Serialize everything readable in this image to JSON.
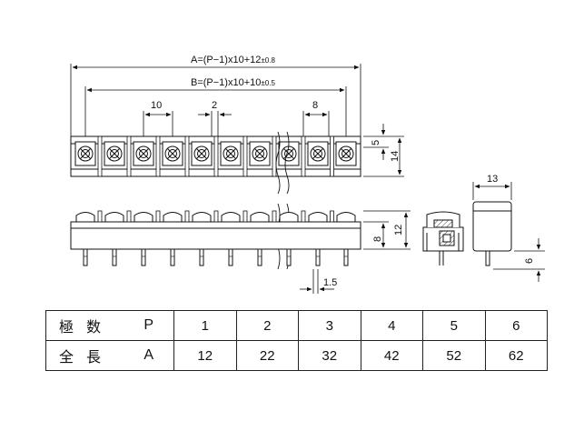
{
  "dimensions": {
    "dim_a": "A=(P−1)x10+12",
    "tol_a": "±0.8",
    "dim_b": "B=(P−1)x10+10",
    "tol_b": "±0.5",
    "pitch": "10",
    "gap": "2",
    "center": "8",
    "height_5": "5",
    "height_14": "14",
    "side_8": "8",
    "side_12": "12",
    "width_13": "13",
    "pin_6": "6",
    "pin_1_5": "1.5"
  },
  "table": {
    "rows": [
      {
        "label": "極数",
        "symbol": "P",
        "values": [
          "1",
          "2",
          "3",
          "4",
          "5",
          "6"
        ]
      },
      {
        "label": "全長",
        "symbol": "A",
        "values": [
          "12",
          "22",
          "32",
          "42",
          "52",
          "62"
        ]
      }
    ]
  }
}
